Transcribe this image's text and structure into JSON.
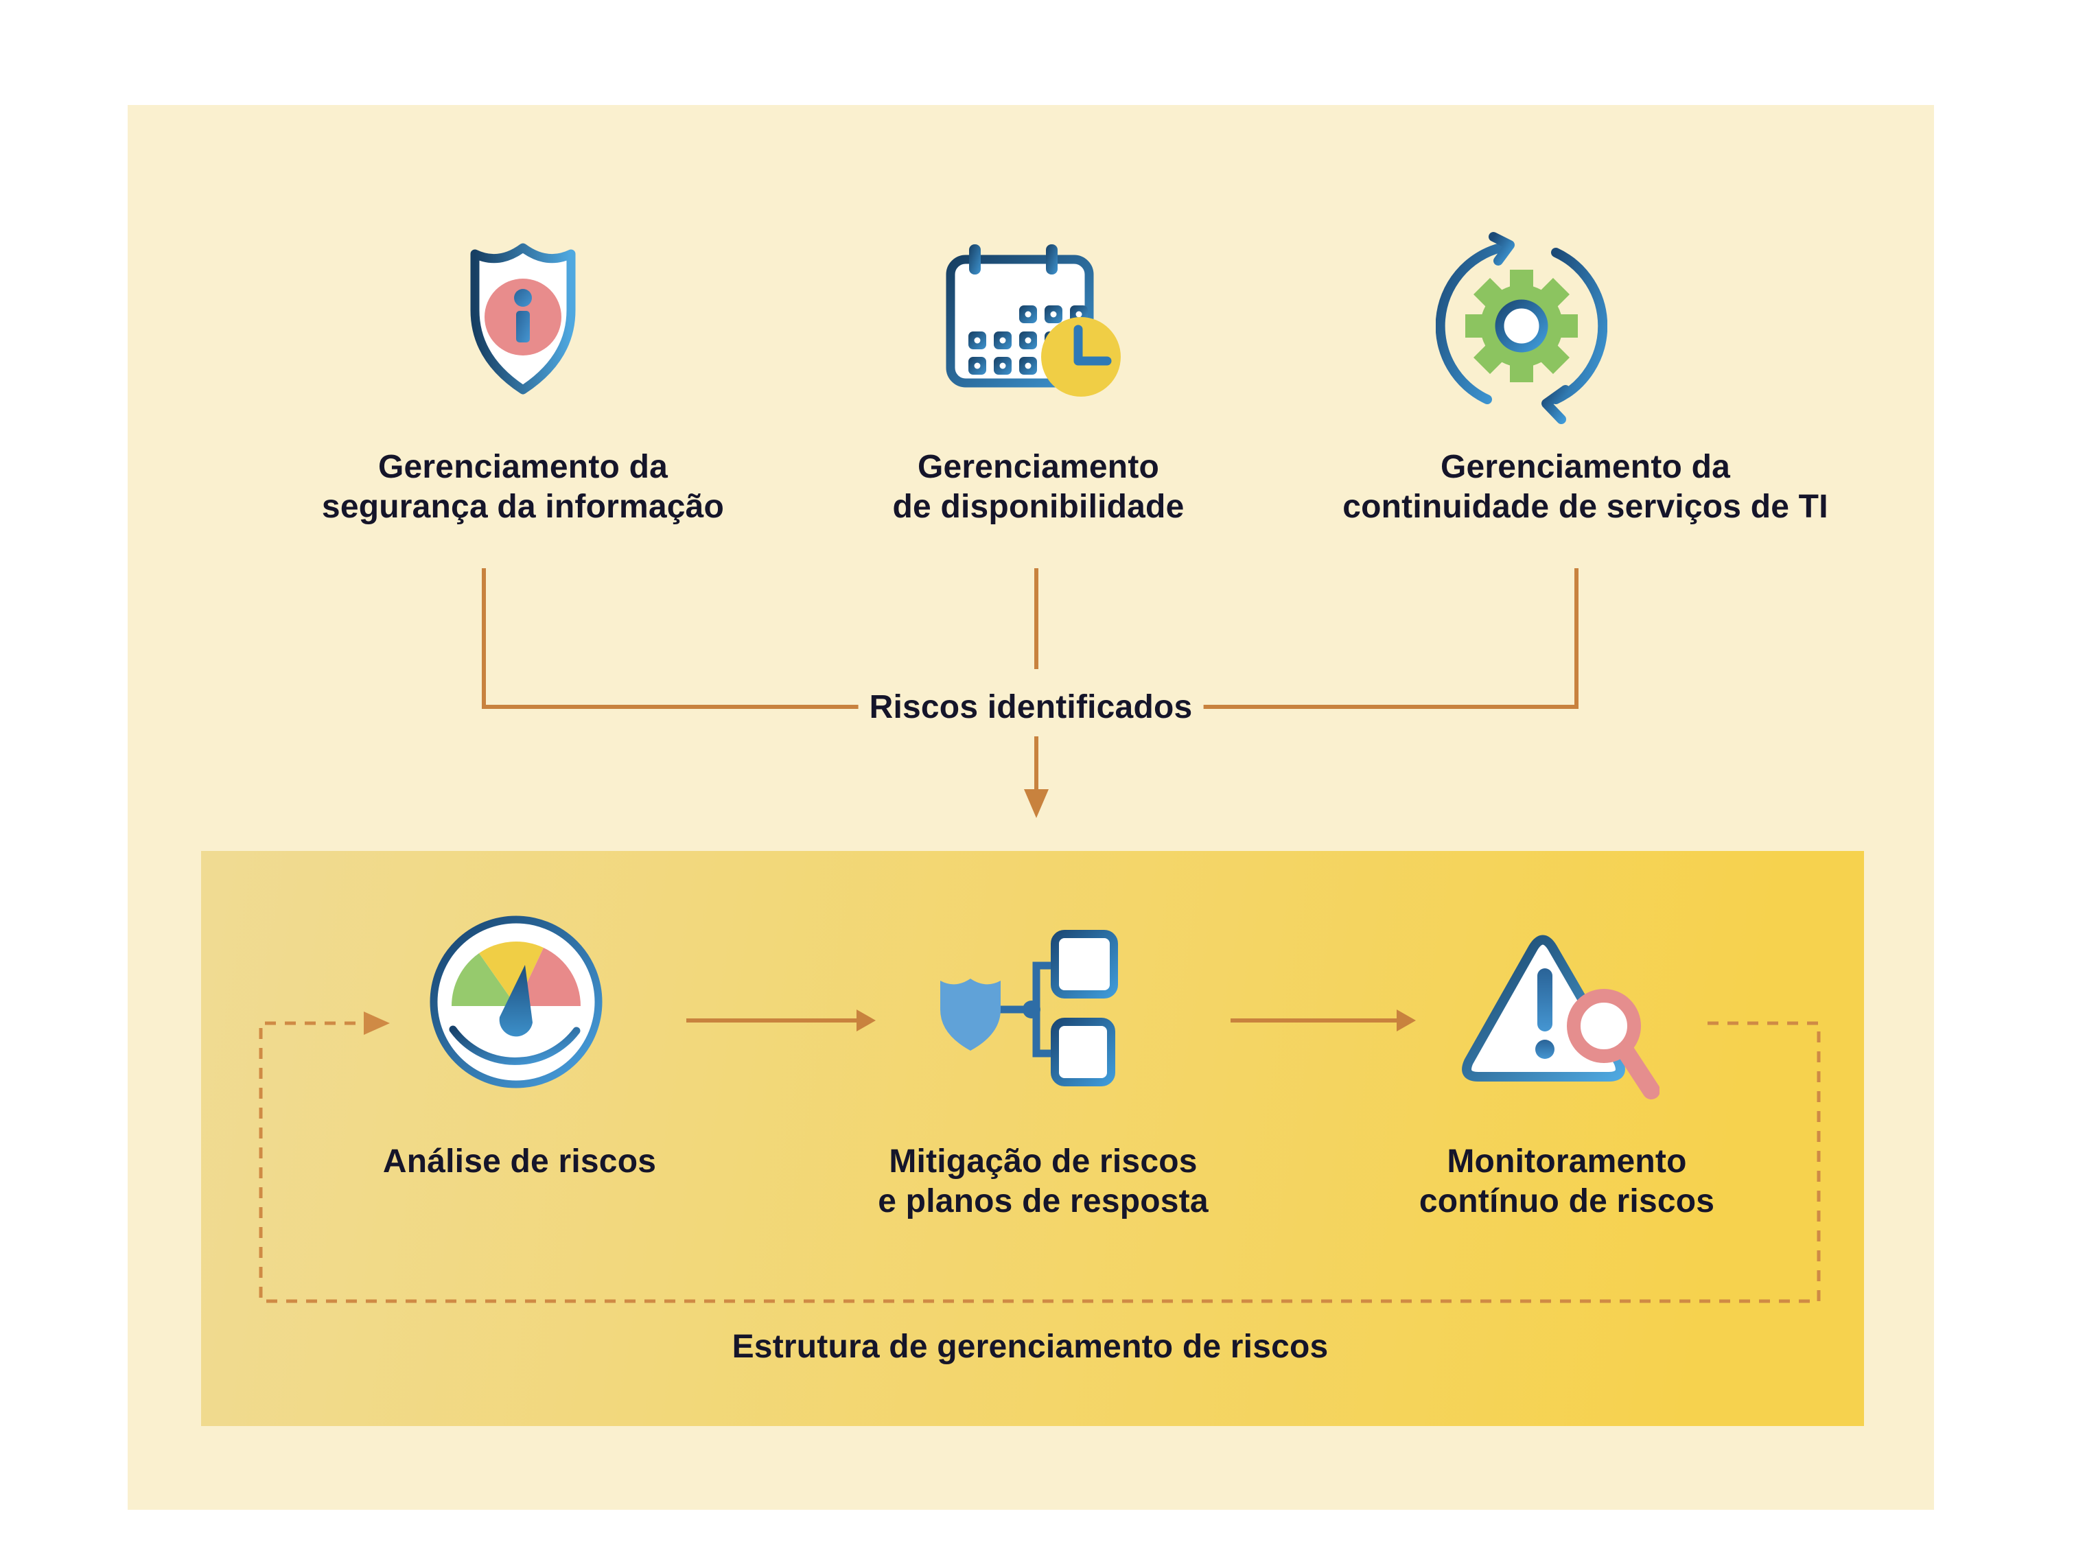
{
  "palette": {
    "page_background": "#ffffff",
    "panel_background": "#faf0cf",
    "box_gradient_start": "#f0db93",
    "box_gradient_end": "#f6d24e",
    "connector_orange": "#c8823e",
    "dashed_orange": "#cf8a45",
    "text_color": "#15152a",
    "blue_dark": "#173f63",
    "blue_light": "#4fa8e0",
    "blue_flat": "#60a2d8",
    "salmon": "#e88c8c",
    "yellow_accent": "#f0ce45",
    "green_accent": "#96ca6d"
  },
  "top_row": {
    "items": [
      {
        "icon": "shield-info-icon",
        "label": "Gerenciamento da\nsegurança da informação"
      },
      {
        "icon": "calendar-clock-icon",
        "label": "Gerenciamento\nde disponibilidade"
      },
      {
        "icon": "gear-cycle-icon",
        "label": "Gerenciamento da\ncontinuidade de serviços de TI"
      }
    ]
  },
  "connector": {
    "label": "Riscos identificados"
  },
  "process_box": {
    "items": [
      {
        "icon": "gauge-icon",
        "label": "Análise de riscos"
      },
      {
        "icon": "shield-tree-icon",
        "label": "Mitigação de riscos\ne planos de resposta"
      },
      {
        "icon": "alert-magnifier-icon",
        "label": "Monitoramento\ncontínuo de riscos"
      }
    ],
    "caption": "Estrutura de gerenciamento de riscos"
  }
}
